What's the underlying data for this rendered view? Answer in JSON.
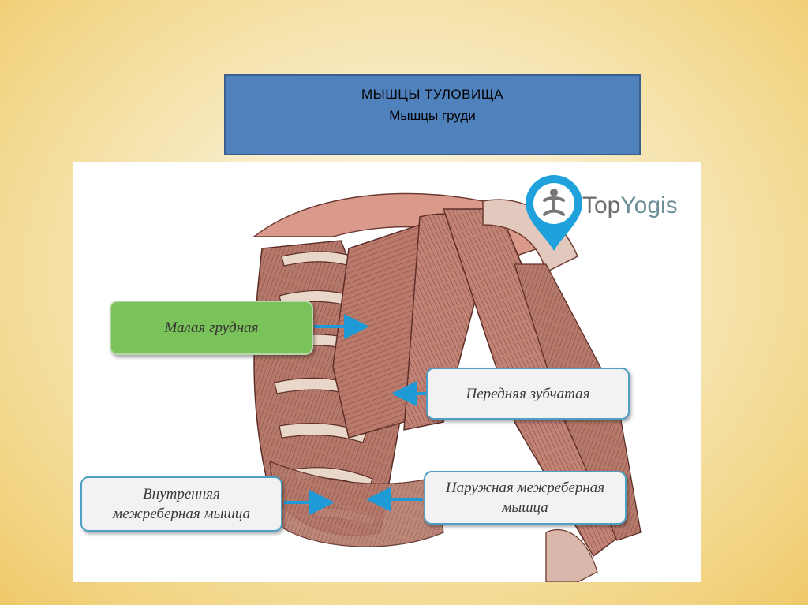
{
  "slide": {
    "title_line1": "МЫШЦЫ ТУЛОВИЩА",
    "title_line2": "Мышцы груди"
  },
  "logo": {
    "brand_part1": "Top",
    "brand_part2": "Yogis",
    "icon": "map-pin-yoga-icon"
  },
  "labels": {
    "pectoralis_minor": "Малая грудная",
    "serratus_anterior": "Передняя зубчатая",
    "internal_intercostal_line1": "Внутренняя",
    "internal_intercostal_line2": "межреберная мышца",
    "external_intercostal_line1": "Наружная межреберная",
    "external_intercostal_line2": "мышца"
  },
  "colors": {
    "title_box": "#4f81bd",
    "green_label": "#7ac25a",
    "label_border": "#4f9fc4",
    "arrow": "#1e9ad6",
    "muscle": "#b7776a"
  }
}
